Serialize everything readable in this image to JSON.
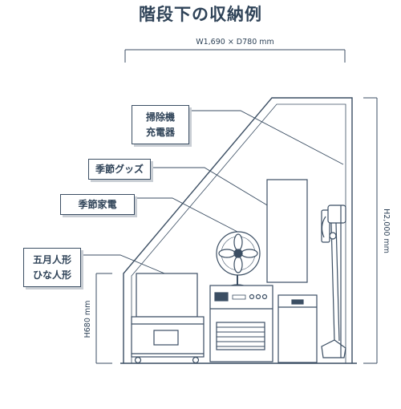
{
  "title": "階段下の収納例",
  "dimensions": {
    "width_depth": "W1,690 × D780 mm",
    "height_total": "H2,000 mm",
    "height_low": "H680 mm"
  },
  "callouts": [
    {
      "id": "vacuum",
      "lines": [
        "掃除機",
        "充電器"
      ]
    },
    {
      "id": "seasonal-goods",
      "lines": [
        "季節グッズ"
      ]
    },
    {
      "id": "seasonal-appliances",
      "lines": [
        "季節家電"
      ]
    },
    {
      "id": "dolls",
      "lines": [
        "五月人形",
        "ひな人形"
      ]
    }
  ],
  "colors": {
    "line": "#3b4e63",
    "shadow": "#c9ced4"
  }
}
